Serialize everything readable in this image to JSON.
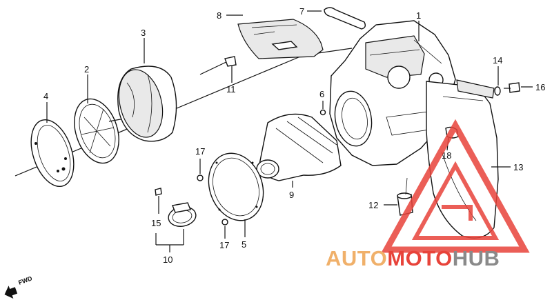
{
  "callouts": {
    "c1": "1",
    "c2": "2",
    "c3": "3",
    "c4": "4",
    "c5": "5",
    "c6": "6",
    "c7": "7",
    "c8": "8",
    "c9": "9",
    "c10": "10",
    "c11": "11",
    "c12": "12",
    "c13": "13",
    "c14": "14",
    "c15": "15",
    "c16": "16",
    "c17a": "17",
    "c17b": "17",
    "c18": "18"
  },
  "direction_marker": "FWD",
  "watermark": {
    "part1": "AUTO",
    "part2": "MOTO",
    "part3": "HUB",
    "colors": {
      "auto": "#f0b06a",
      "moto": "#e8433a",
      "hub": "#8a8a8a"
    }
  }
}
